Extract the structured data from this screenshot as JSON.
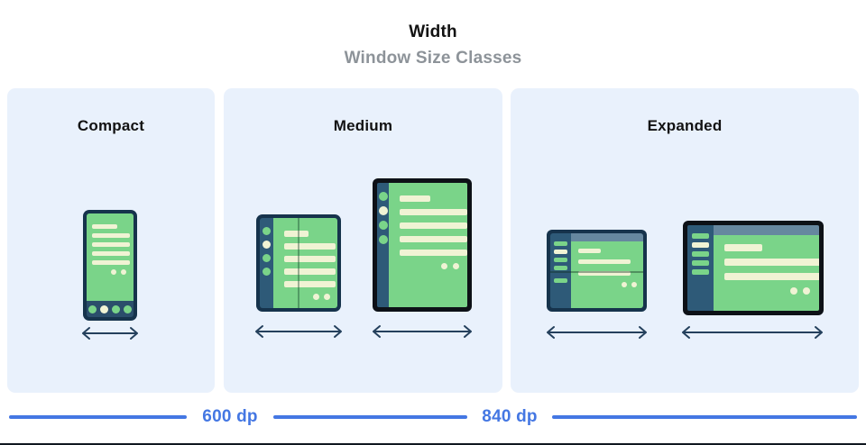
{
  "header": {
    "title": "Width",
    "subtitle": "Window Size Classes"
  },
  "panels": [
    {
      "id": "compact",
      "label": "Compact",
      "devices": [
        "phone-portrait"
      ]
    },
    {
      "id": "medium",
      "label": "Medium",
      "devices": [
        "foldable-portrait",
        "tablet-portrait"
      ]
    },
    {
      "id": "expanded",
      "label": "Expanded",
      "devices": [
        "foldable-landscape",
        "tablet-landscape"
      ]
    }
  ],
  "ruler": {
    "breakpoints": [
      "600 dp",
      "840 dp"
    ]
  },
  "icons": [
    "width-arrow-icon"
  ],
  "colors": {
    "panel_background": "#e9f1fc",
    "device_frame_navy": "#16334c",
    "device_frame_black": "#0d1117",
    "sidebar_navy": "#2e5a78",
    "screen_green": "#7ad489",
    "content_cream": "#f0f3d4",
    "header_slate": "#66879f",
    "arrow_navy": "#24405c",
    "ruler_blue": "#4477e3",
    "subtitle_gray": "#8d9399"
  }
}
